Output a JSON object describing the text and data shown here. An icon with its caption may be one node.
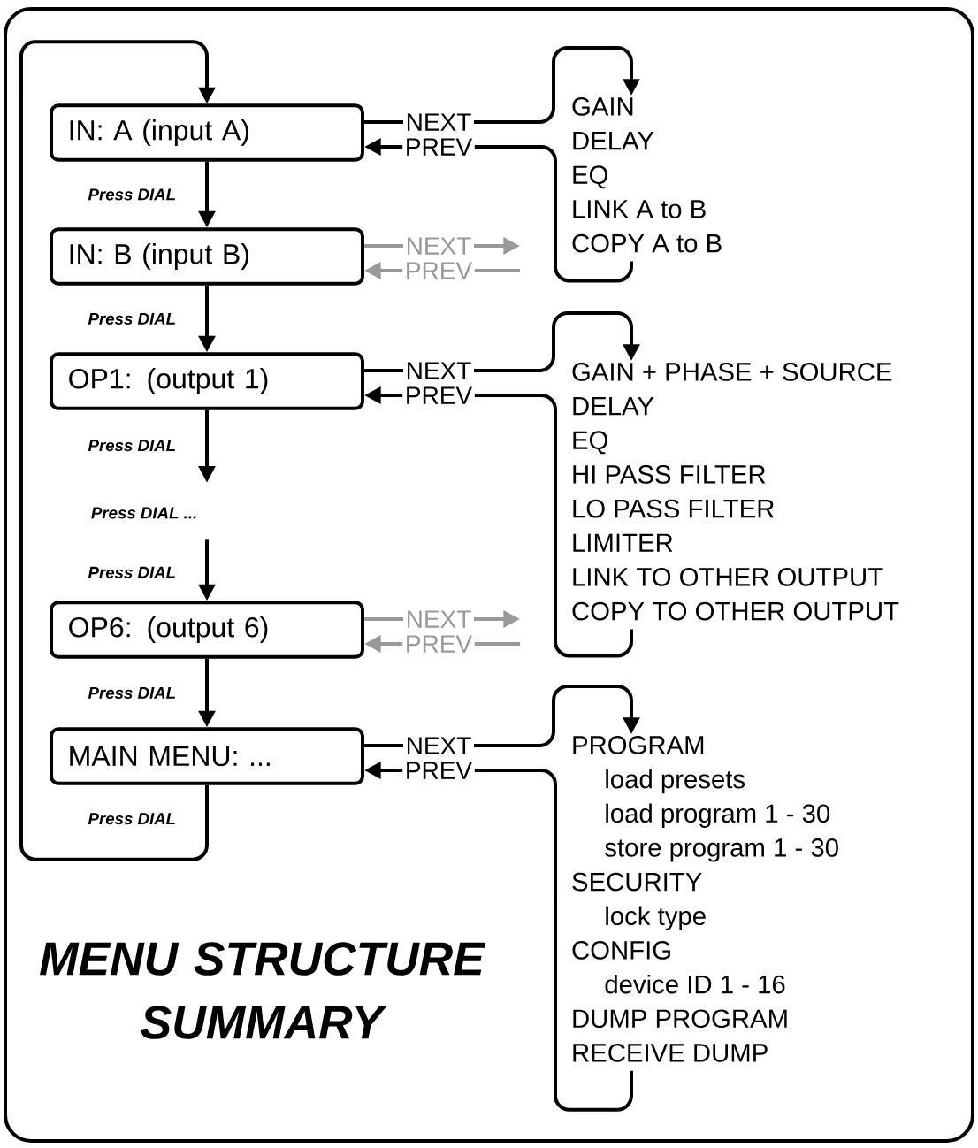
{
  "diagram": {
    "title": "MENU STRUCTURE SUMMARY",
    "nodes": [
      {
        "text": [
          "IN: A (input A)"
        ]
      },
      {
        "text": [
          "IN: B (input B)"
        ]
      },
      {
        "text": [
          "OP1: (output 1)"
        ]
      },
      {
        "text": [
          "OP6: (output 6)"
        ]
      },
      {
        "text": [
          "MAIN MENU: ..."
        ]
      },
      {
        "text": [
          "GAIN",
          "DELAY",
          "EQ",
          "LINK A to B",
          "COPY A to B"
        ]
      },
      {
        "text": [
          "GAIN + PHASE + SOURCE",
          "DELAY",
          "EQ",
          "HI PASS FILTER",
          "LO PASS FILTER",
          "LIMITER",
          "LINK TO OTHER OUTPUT",
          "COPY TO OTHER OUTPUT"
        ]
      },
      {
        "text": [
          "PROGRAM",
          "load presets",
          "load program 1 - 30",
          "store program 1 - 30",
          "SECURITY",
          "lock type",
          "CONFIG",
          "device ID 1 - 16",
          "DUMP PROGRAM",
          "RECEIVE DUMP"
        ]
      }
    ],
    "edges": [
      {
        "from": 0,
        "to": 1,
        "arrow": "to",
        "label": "Press DIAL"
      },
      {
        "from": 1,
        "to": 2,
        "arrow": "to",
        "label": "Press DIAL"
      },
      {
        "from": 2,
        "to": null,
        "arrow": "to",
        "label": "Press DIAL"
      },
      {
        "from": null,
        "to": 3,
        "arrow": "to",
        "label": "Press DIAL"
      },
      {
        "from": 3,
        "to": 4,
        "arrow": "to",
        "label": "Press DIAL"
      },
      {
        "from": 4,
        "to": 0,
        "arrow": "to",
        "label": "Press DIAL"
      },
      {
        "from": 0,
        "to": 5,
        "arrow": "to",
        "label": "NEXT"
      },
      {
        "from": 5,
        "to": 0,
        "arrow": "to",
        "label": "PREV"
      },
      {
        "from": 1,
        "to": null,
        "arrow": "to",
        "label": "NEXT",
        "color": "#999999"
      },
      {
        "from": null,
        "to": 1,
        "arrow": "to",
        "label": "PREV",
        "color": "#999999"
      },
      {
        "from": 2,
        "to": 6,
        "arrow": "to",
        "label": "NEXT"
      },
      {
        "from": 6,
        "to": 2,
        "arrow": "to",
        "label": "PREV"
      },
      {
        "from": 3,
        "to": null,
        "arrow": "to",
        "label": "NEXT",
        "color": "#999999"
      },
      {
        "from": null,
        "to": 3,
        "arrow": "to",
        "label": "PREV",
        "color": "#999999"
      },
      {
        "from": 4,
        "to": 7,
        "arrow": "to",
        "label": "NEXT"
      },
      {
        "from": 7,
        "to": 4,
        "arrow": "to",
        "label": "PREV"
      }
    ],
    "labels": [
      "Press DIAL ..."
    ]
  }
}
